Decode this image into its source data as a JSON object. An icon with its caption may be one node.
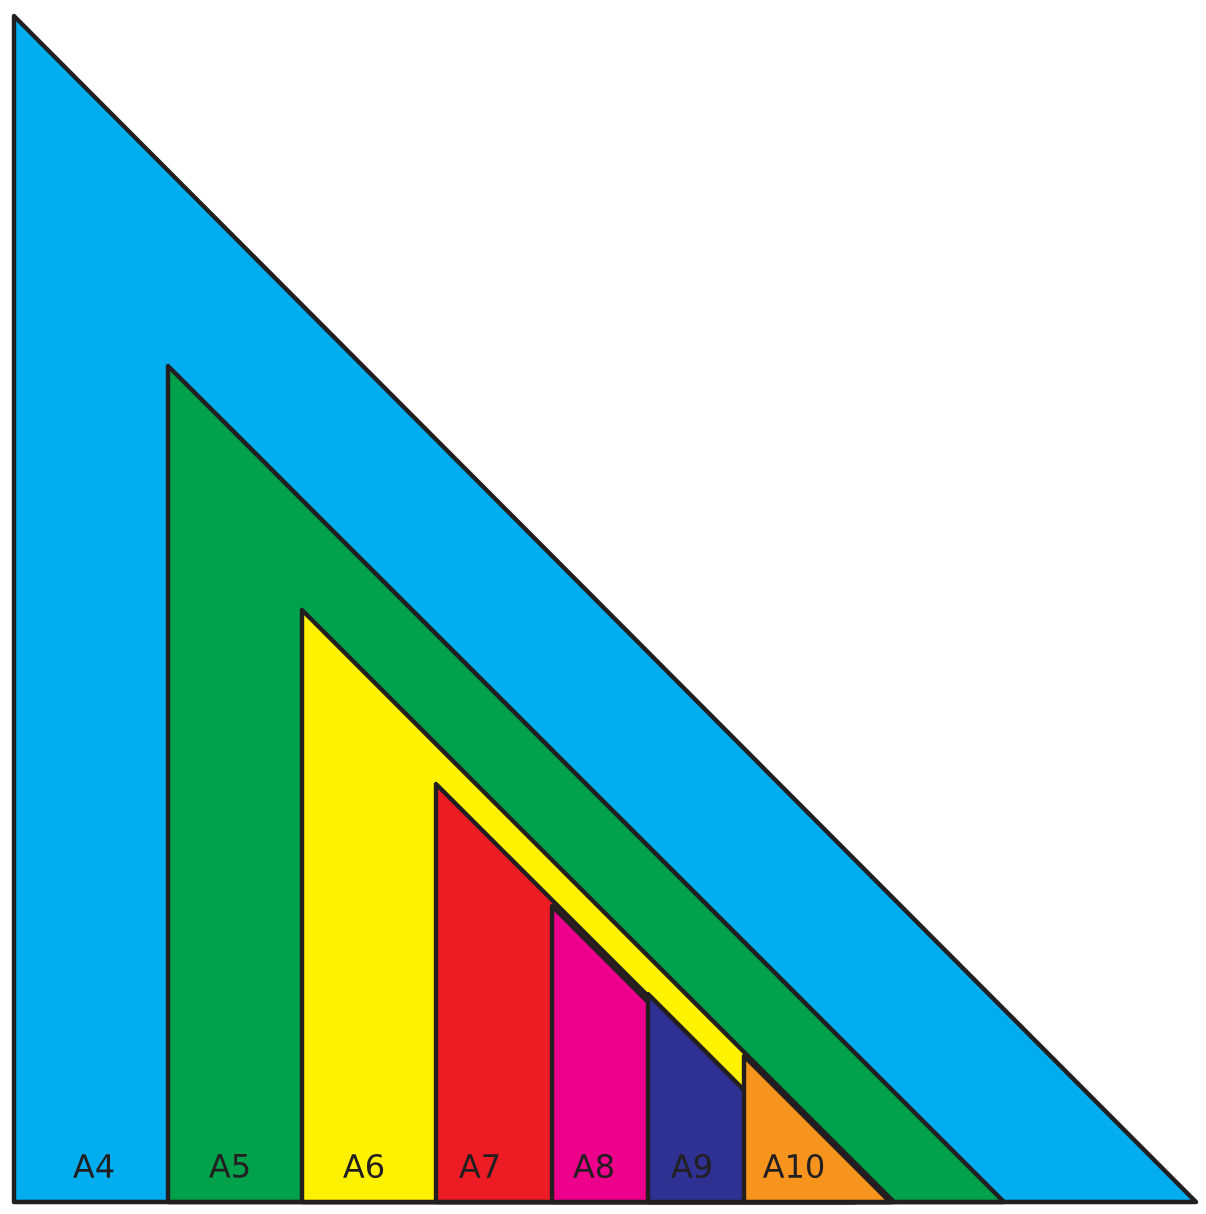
{
  "diagram": {
    "nodes": [
      {
        "text": [
          "A4"
        ]
      },
      {
        "text": [
          "A5"
        ],
        "in": 0
      },
      {
        "text": [
          "A6"
        ],
        "in": 1
      },
      {
        "text": [
          "A7"
        ],
        "in": 2
      },
      {
        "text": [
          "A8"
        ],
        "in": 3
      },
      {
        "text": [
          "A9"
        ],
        "in": 2
      },
      {
        "text": [
          "A10"
        ],
        "in": 2
      }
    ]
  }
}
